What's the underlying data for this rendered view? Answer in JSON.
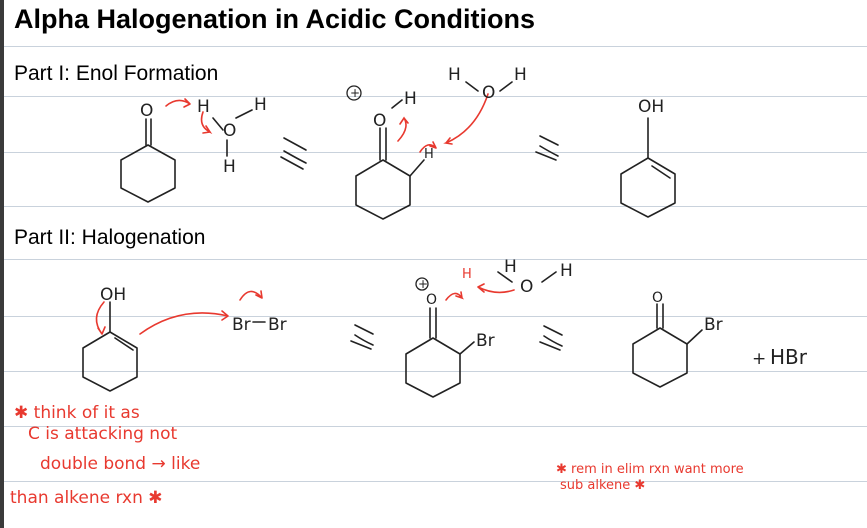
{
  "title": "Alpha Halogenation in Acidic Conditions",
  "part1": {
    "heading": "Part I: Enol Formation",
    "labels": {
      "o": "O",
      "h3o_h": "H",
      "h3o_o": "O",
      "h3o_h2": "H",
      "h3o_h3": "H",
      "plus": "+",
      "oh_o": "O",
      "oh_h": "H",
      "water_h1": "H",
      "water_o": "O",
      "water_h2": "H",
      "alpha_h": "H",
      "enol_oh": "OH"
    }
  },
  "part2": {
    "heading": "Part II: Halogenation",
    "labels": {
      "enol_oh": "OH",
      "br1": "Br",
      "br2": "Br",
      "plus": "+",
      "o": "O",
      "h_attach": "H",
      "br_attach": "Br",
      "water_h1": "H",
      "water_o": "O",
      "water_h2": "H",
      "prod_o": "O",
      "prod_br": "Br",
      "plus_hbr": "+",
      "hbr": "HBr"
    }
  },
  "notes": {
    "left_1": "✱ think of it as",
    "left_2": "C is attacking not",
    "left_3": "double bond → like",
    "left_4": "than alkene rxn ✱",
    "right_1": "✱ rem in elim rxn want more",
    "right_2": "sub alkene ✱"
  },
  "colors": {
    "ink": "#222222",
    "arrow": "#e8392f",
    "rule": "#c9d2dc",
    "bar": "#3a3a3a"
  }
}
